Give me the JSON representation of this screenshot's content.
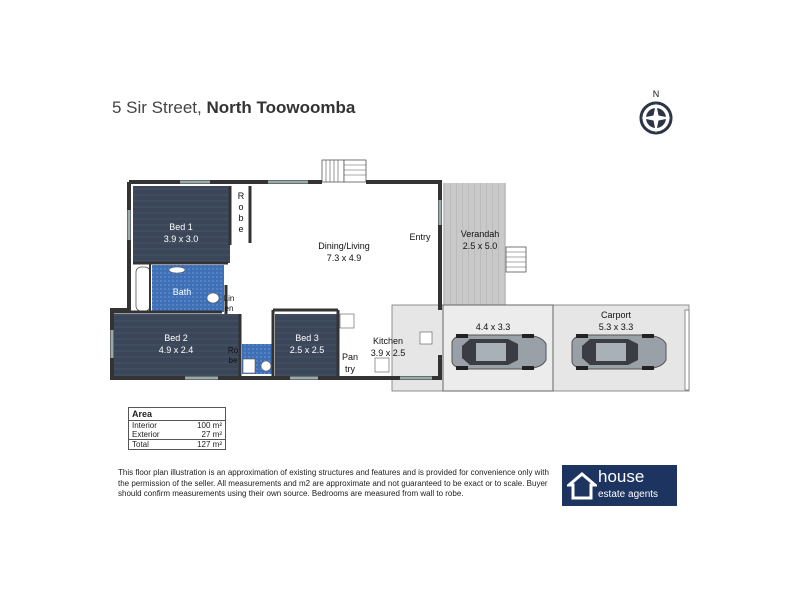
{
  "title": {
    "street": "5 Sir Street, ",
    "suburb": "North Toowoomba"
  },
  "compass": {
    "label": "N"
  },
  "rooms": {
    "bed1": {
      "name": "Bed 1",
      "size": "3.9 x 3.0"
    },
    "robe1": {
      "letters": [
        "R",
        "o",
        "b",
        "e"
      ]
    },
    "dining": {
      "name": "Dining/Living",
      "size": "7.3 x 4.9"
    },
    "entry": "Entry",
    "verandah": {
      "name": "Verandah",
      "size": "2.5 x 5.0"
    },
    "bath": "Bath",
    "linen": [
      "Lin",
      "en"
    ],
    "bed2": {
      "name": "Bed 2",
      "size": "4.9 x 2.4"
    },
    "robe2": [
      "Ro",
      "be"
    ],
    "bed3": {
      "name": "Bed 3",
      "size": "2.5 x 2.5"
    },
    "pantry": [
      "Pan",
      "try"
    ],
    "kitchen": {
      "name": "Kitchen",
      "size": "3.9 x 2.5"
    },
    "garage": {
      "size": "4.4 x 3.3"
    },
    "carport": {
      "name": "Carport",
      "size": "5.3 x 3.3"
    }
  },
  "area_table": {
    "heading": "Area",
    "rows": [
      {
        "label": "Interior",
        "value": "100 m²"
      },
      {
        "label": "Exterior",
        "value": "27 m²"
      },
      {
        "label": "Total",
        "value": "127 m²"
      }
    ]
  },
  "disclaimer": "This floor plan illustration is an approximation of existing structures and features and is provided for convenience only with the permission of the seller. All measurements and m2 are approximate and not guaranteed to be exact or to scale. Buyer should confirm measurements using their own source. Bedrooms are measured from wall to robe.",
  "logo": {
    "line1": "house",
    "line2": "estate agents"
  },
  "colors": {
    "bedroom": "#3b4658",
    "bath_tile": "#3f6fb5",
    "verandah": "#c8c8c8",
    "carport": "#e6e6e6",
    "brand": "#1d3461"
  }
}
